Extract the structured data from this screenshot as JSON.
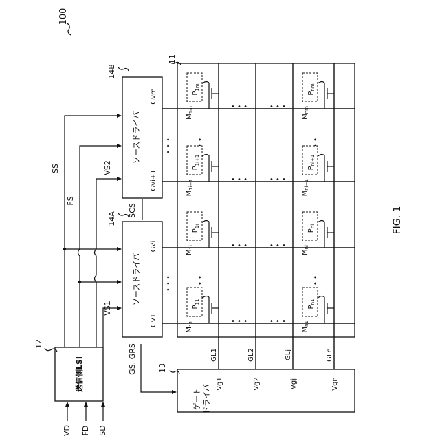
{
  "figure": {
    "ref_number": "100",
    "caption": "FIG. 1"
  },
  "inputs": [
    "VD",
    "FD",
    "SD"
  ],
  "lsi": {
    "ref": "12",
    "label": "送信側LSI"
  },
  "gate_driver": {
    "ref": "13",
    "label_line1": "ゲート",
    "label_line2": "ドライバ"
  },
  "source_driver_a": {
    "ref": "14A",
    "label": "ソースドライバ",
    "pin_first": "Gv1",
    "pin_last": "Gvi"
  },
  "source_driver_b": {
    "ref": "14B",
    "label": "ソースドライバ",
    "pin_first": "Gvi+1",
    "pin_last": "Gvm"
  },
  "panel": {
    "ref": "11"
  },
  "signals": {
    "ss": "SS",
    "fs": "FS",
    "vs1": "VS1",
    "vs2": "VS2",
    "scs": "SCS",
    "gs_grs": "GS, GRS"
  },
  "gate_lines": [
    "GL1",
    "GL2",
    "GLj",
    "GLn"
  ],
  "gate_outputs": [
    "Vg1",
    "Vg2",
    "Vgj",
    "Vgn"
  ],
  "ellipsis": "• • •",
  "pixels_top": [
    {
      "m": "M",
      "m_sub": "11",
      "p": "P",
      "p_sub": "11"
    },
    {
      "m": "M",
      "m_sub": "1i",
      "p": "P",
      "p_sub": "1i"
    },
    {
      "m": "M",
      "m_sub": "1i+1",
      "p": "P",
      "p_sub": "1i+1"
    },
    {
      "m": "M",
      "m_sub": "1m",
      "p": "P",
      "p_sub": "1m"
    }
  ],
  "pixels_bottom": [
    {
      "m": "M",
      "m_sub": "n1",
      "p": "P",
      "p_sub": "n1"
    },
    {
      "m": "M",
      "m_sub": "ni",
      "p": "P",
      "p_sub": "ni"
    },
    {
      "m": "M",
      "m_sub": "ni+1",
      "p": "P",
      "p_sub": "ni+1"
    },
    {
      "m": "M",
      "m_sub": "nm",
      "p": "P",
      "p_sub": "nm"
    }
  ]
}
